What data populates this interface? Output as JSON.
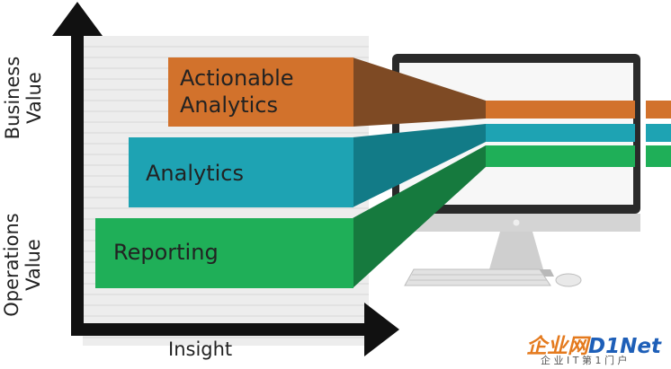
{
  "bars": {
    "actionable": {
      "line1": "Actionable",
      "line2": "Analytics",
      "color": "#D2722C"
    },
    "analytics": {
      "label": "Analytics",
      "color": "#1EA3B3"
    },
    "reporting": {
      "label": "Reporting",
      "color": "#1FAF58"
    }
  },
  "axes": {
    "x_title": "Insight",
    "y_upper": {
      "line1": "Business",
      "line2": "Value"
    },
    "y_lower": {
      "line1": "Operations",
      "line2": "Value"
    }
  },
  "watermark": {
    "brand_a": "企业网",
    "brand_b": "D1Net",
    "tagline": "企 业 I T 第 1 门 户"
  },
  "colors": {
    "axis": "#111111",
    "panel": "#E9E9E9",
    "orange_dark": "#7E4A24",
    "teal_dark": "#127B87",
    "green_dark": "#167A3E"
  }
}
